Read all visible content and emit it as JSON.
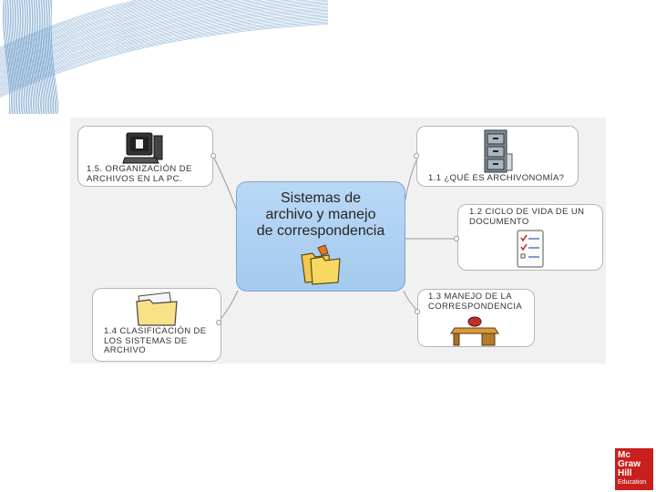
{
  "diagram": {
    "center": {
      "title_lines": [
        "Sistemas de",
        "archivo y manejo",
        "de correspondencia"
      ],
      "icon": "folders-icon"
    },
    "nodes": [
      {
        "id": "organizacion",
        "lines": [
          "1.5. ORGANIZACIÓN DE",
          "ARCHIVOS EN LA PC."
        ],
        "icon": "computer-icon"
      },
      {
        "id": "archivonomia",
        "lines": [
          "1.1 ¿QUÉ ES ARCHIVONOMÍA?"
        ],
        "icon": "filing-cabinet-icon"
      },
      {
        "id": "ciclo",
        "lines": [
          "1.2 CICLO DE VIDA DE UN",
          "DOCUMENTO"
        ],
        "icon": "checklist-document-icon"
      },
      {
        "id": "manejo",
        "lines": [
          "1.3 MANEJO DE LA",
          "CORRESPONDENCIA"
        ],
        "icon": "desk-bell-icon"
      },
      {
        "id": "clasificacion",
        "lines": [
          "1.4 CLASIFICACIÓN DE",
          "LOS SISTEMAS DE",
          "ARCHIVO"
        ],
        "icon": "folder-icon"
      }
    ]
  },
  "logo": {
    "lines": [
      "Mc",
      "Graw",
      "Hill"
    ],
    "sub": "Education",
    "color": "#c8201e"
  },
  "colors": {
    "center_fill": "#a9cdf0",
    "panel": "#f1f1f1",
    "wave": "#2b6fb0"
  }
}
